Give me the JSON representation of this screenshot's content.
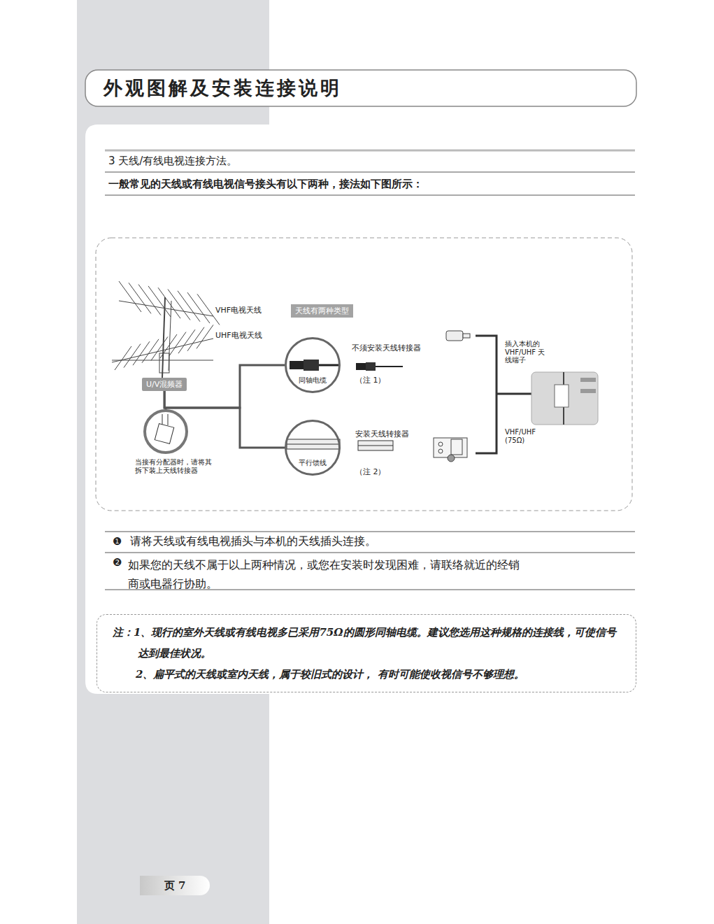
{
  "diagram": {
    "title": "外观图解及安装连接说明",
    "nodes": [
      {
        "text": [
          "U/V混频器"
        ]
      },
      {
        "text": [
          "天线有两种类型"
        ]
      },
      {
        "text": [
          "同轴电缆"
        ]
      },
      {
        "text": [
          "平行馈线"
        ]
      },
      {
        "text": [
          "注：1、现行的室外天线或有线电视多已采用75Ω的圆形同轴电缆。建议您选用这种规格的连接线，可使信号达到最佳状况。",
          "2、扁平式的天线或室内天线，属于较旧式的设计， 有时可能使收视信号不够理想。"
        ]
      },
      {
        "text": [
          "页 7"
        ]
      }
    ],
    "edges": [
      {
        "from": 0,
        "to": 2,
        "arrow": "none"
      },
      {
        "from": 0,
        "to": 3,
        "arrow": "none"
      }
    ],
    "labels": [
      "3 天线/有线电视连接方法。",
      "一般常见的天线或有线电视信号接头有以下两种，接法如下图所示：",
      "VHF电视天线",
      "UHF电视天线",
      "不须安装天线转接器",
      "（注 1）",
      "安装天线转接器",
      "（注 2）",
      "插入本机的 VHF/UHF 天线端子",
      "VHF/UHF (75Ω)",
      "当接有分配器时，请将其拆下装上天线转接器",
      "❶",
      "请将天线或有线电视插头与本机的天线插头连接。",
      "❷",
      "如果您的天线不属于以上两种情况，或您在安装时发现困难，请联络就近的经销商或电器行协助。"
    ]
  }
}
